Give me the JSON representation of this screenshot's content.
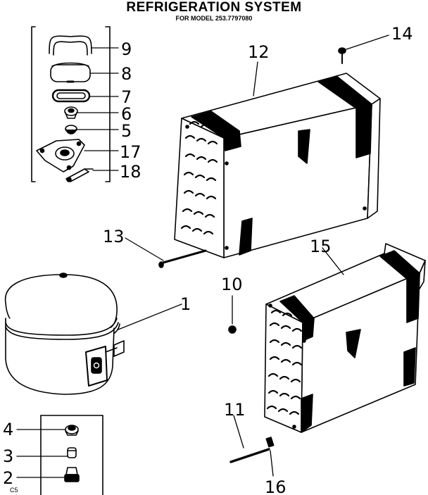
{
  "title": "REFRIGERATION SYSTEM",
  "subtitle": "FOR MODEL 253.7797080",
  "callouts": [
    "9",
    "8",
    "7",
    "6",
    "5",
    "17",
    "18",
    "14",
    "12",
    "13",
    "1",
    "10",
    "15",
    "4",
    "3",
    "2",
    "11",
    "16"
  ],
  "page_code": "C5"
}
